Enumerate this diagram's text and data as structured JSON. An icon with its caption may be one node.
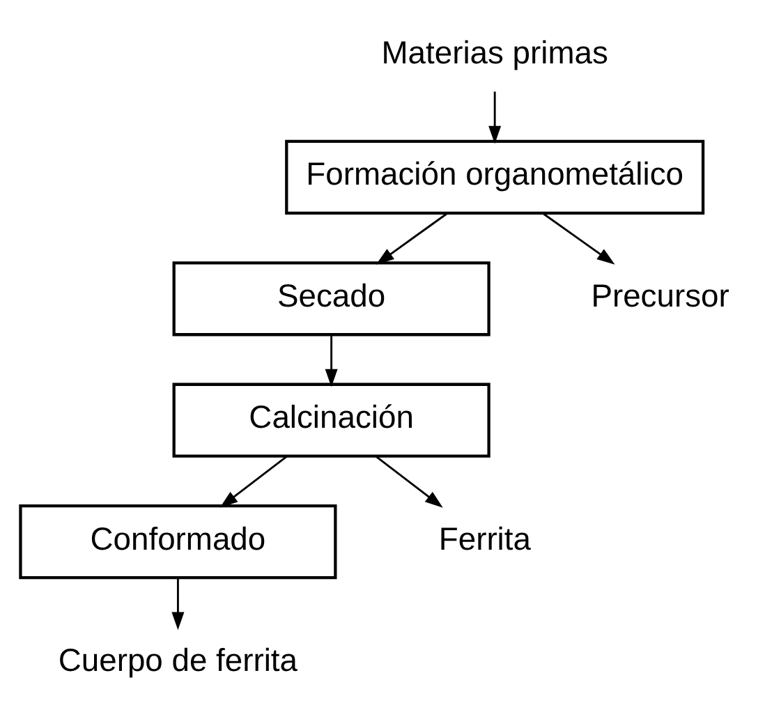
{
  "diagram": {
    "nodes": [
      {
        "text": [
          "Materias primas"
        ]
      },
      {
        "text": [
          "Formación organometálico"
        ]
      },
      {
        "text": [
          "Secado"
        ]
      },
      {
        "text": [
          "Calcinación"
        ]
      },
      {
        "text": [
          "Conformado"
        ]
      },
      {
        "text": [
          "Cuerpo de ferrita"
        ]
      },
      {
        "text": [
          "Precursor"
        ]
      },
      {
        "text": [
          "Ferrita"
        ]
      }
    ],
    "edges": [
      {
        "from": 0,
        "to": 1,
        "arrow": "to"
      },
      {
        "from": 1,
        "to": 2,
        "arrow": "to"
      },
      {
        "from": 1,
        "to": 6,
        "arrow": "to"
      },
      {
        "from": 2,
        "to": 3,
        "arrow": "to"
      },
      {
        "from": 3,
        "to": 4,
        "arrow": "to"
      },
      {
        "from": 3,
        "to": 7,
        "arrow": "to"
      },
      {
        "from": 4,
        "to": 5,
        "arrow": "to"
      }
    ]
  }
}
